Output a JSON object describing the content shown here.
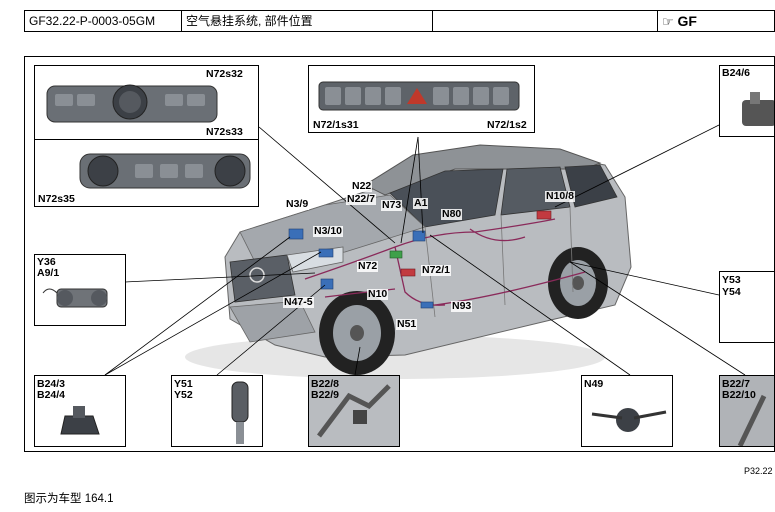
{
  "header": {
    "doc_id": "GF32.22-P-0003-05GM",
    "title": "空气悬挂系统, 部件位置",
    "blank": "",
    "logo": "GF",
    "logo_icon": "pointing-hand-icon"
  },
  "figure": {
    "ref": "P32.22",
    "labels": {
      "n72s32": "N72s32",
      "n72s33": "N72s33",
      "n72s35": "N72s35",
      "n72_1s31": "N72/1s31",
      "n72_1s2": "N72/1s2",
      "b24_6": "B24/6",
      "y36": "Y36",
      "a9_1": "A9/1",
      "y53": "Y53",
      "y54": "Y54",
      "b24_3": "B24/3",
      "b24_4": "B24/4",
      "y51": "Y51",
      "y52": "Y52",
      "b22_8": "B22/8",
      "b22_9": "B22/9",
      "n49": "N49",
      "b22_7": "B22/7",
      "b22_10": "B22/10",
      "n3_9": "N3/9",
      "n3_10": "N3/10",
      "n22": "N22",
      "n22_7": "N22/7",
      "n73": "N73",
      "a1": "A1",
      "n80": "N80",
      "n10_8": "N10/8",
      "n72": "N72",
      "n72_1": "N72/1",
      "n47_5": "N47-5",
      "n10": "N10",
      "n93": "N93",
      "n51": "N51"
    }
  },
  "caption": "图示为车型 164.1"
}
